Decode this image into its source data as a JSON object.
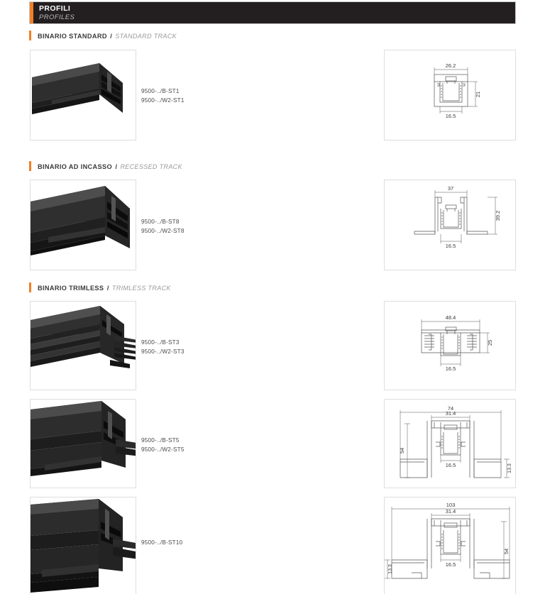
{
  "header": {
    "title": "PROFILI",
    "subtitle": "PROFILES",
    "accent_color": "#f08024",
    "background_color": "#231f20"
  },
  "sections": [
    {
      "it": "BINARIO STANDARD",
      "sep": "/",
      "en": "STANDARD TRACK"
    },
    {
      "it": "BINARIO AD INCASSO",
      "sep": "/",
      "en": "RECESSED TRACK"
    },
    {
      "it": "BINARIO TRIMLESS",
      "sep": "/",
      "en": "TRIMLESS TRACK"
    }
  ],
  "rows": [
    {
      "photo_alt": "standard-track-profile-photo",
      "codes": [
        "9500-../B-ST1",
        "9500-../W2-ST1"
      ],
      "drawing": {
        "name": "standard-track-cross-section",
        "dimensions": {
          "top": "26.2",
          "right": "21",
          "bottom": "16.5"
        }
      }
    },
    {
      "photo_alt": "recessed-track-profile-photo",
      "codes": [
        "9500-../B-ST8",
        "9500-../W2-ST8"
      ],
      "drawing": {
        "name": "recessed-track-cross-section",
        "dimensions": {
          "top": "37",
          "right": "39.2",
          "bottom": "16.5"
        }
      }
    },
    {
      "photo_alt": "trimless-track-profile-photo",
      "codes": [
        "9500-../B-ST3",
        "9500-../W2-ST3"
      ],
      "drawing": {
        "name": "trimless-track-cross-section",
        "dimensions": {
          "top": "48.4",
          "right": "25",
          "bottom": "16.5"
        }
      }
    },
    {
      "photo_alt": "trimless-track-wide-profile-photo",
      "codes": [
        "9500-../B-ST5",
        "9500-../W2-ST5"
      ],
      "drawing": {
        "name": "trimless-track-wide-cross-section",
        "dimensions": {
          "top": "74",
          "inner": "31.4",
          "left": "54",
          "bottom": "16.5",
          "lower_right": "13.3"
        }
      }
    },
    {
      "photo_alt": "trimless-track-extra-wide-profile-photo",
      "codes": [
        "9500-../B-ST10"
      ],
      "drawing": {
        "name": "trimless-track-extra-wide-cross-section",
        "dimensions": {
          "top": "103",
          "inner": "31.4",
          "right": "54",
          "bottom": "16.5",
          "lower_left": "13.3"
        }
      }
    }
  ]
}
